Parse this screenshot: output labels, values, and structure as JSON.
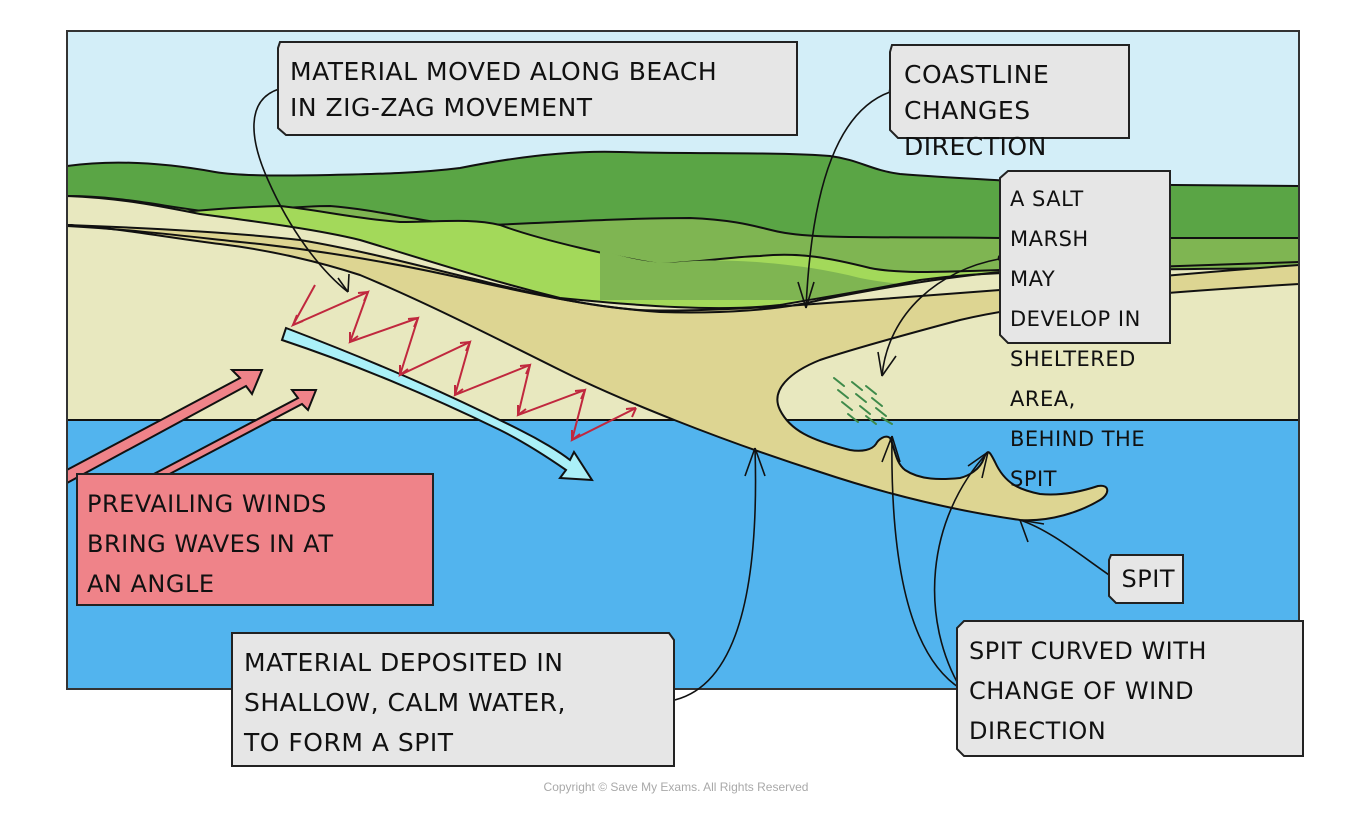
{
  "diagram": {
    "title": "Spit formation",
    "colors": {
      "sky": "#d3eef8",
      "sea": "#52b4ee",
      "dark_green": "#5aa545",
      "mid_green": "#7fb552",
      "light_green": "#a3d95a",
      "pale_sand": "#e8e8bf",
      "sand": "#ddd592",
      "wind_arrow": "#ef8389",
      "longshore_arrow": "#aaf0f8",
      "zigzag": "#c0283e",
      "marsh": "#3e8a4a",
      "label_box": "#e6e6e6",
      "wind_box": "#ef8389"
    },
    "labels": {
      "zigzag": "MATERIAL MOVED ALONG BEACH\nIN ZIG-ZAG MOVEMENT",
      "coastline": "COASTLINE CHANGES\nDIRECTION",
      "salt_marsh": "A SALT MARSH\nMAY DEVELOP IN\nSHELTERED AREA,\nBEHIND THE SPIT",
      "prevailing_winds": "PREVAILING WINDS\nBRING WAVES IN AT\nAN ANGLE",
      "deposited": "MATERIAL DEPOSITED IN\nSHALLOW, CALM WATER,\nTO FORM A SPIT",
      "spit": "SPIT",
      "curved": "SPIT CURVED WITH\nCHANGE OF WIND\nDIRECTION"
    },
    "copyright": "Copyright © Save My Exams. All Rights Reserved"
  }
}
